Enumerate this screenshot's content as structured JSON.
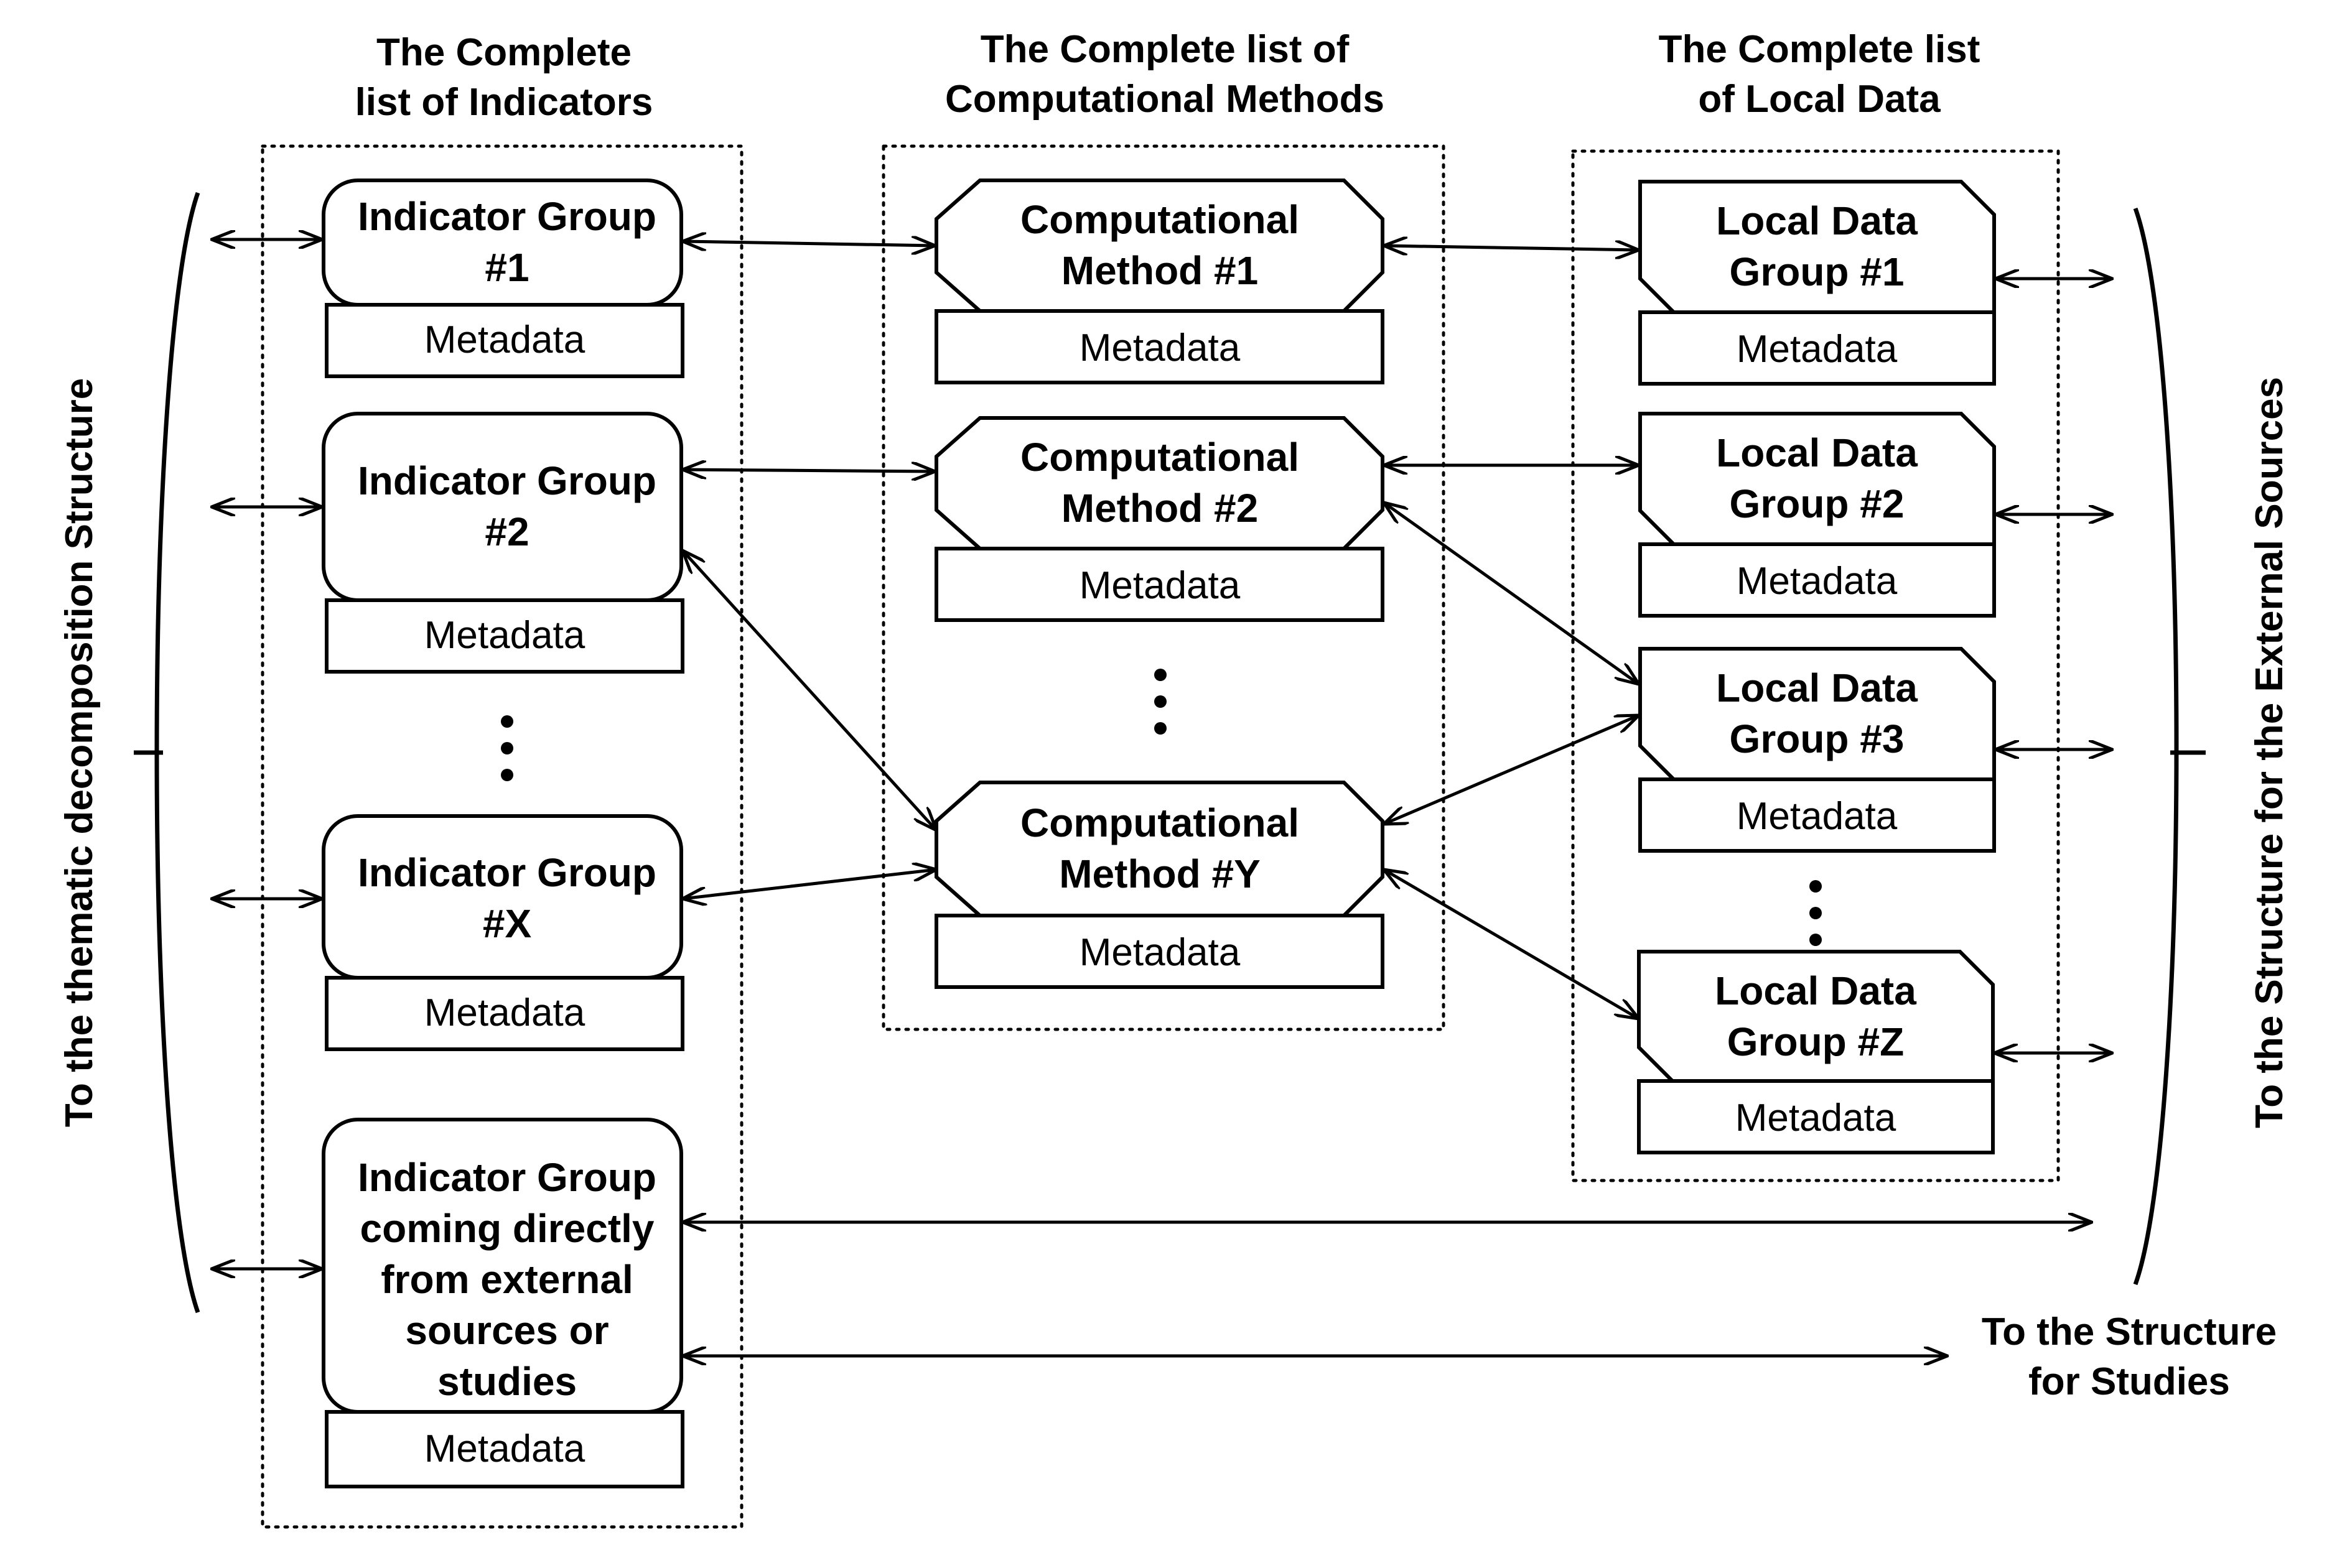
{
  "headers": {
    "indicators": [
      "The Complete",
      "list of Indicators"
    ],
    "methods": [
      "The Complete list of",
      "Computational Methods"
    ],
    "local_data": [
      "The Complete list",
      "of Local Data"
    ]
  },
  "metadata_label": "Metadata",
  "indicator_groups": [
    [
      "Indicator Group",
      "#1"
    ],
    [
      "Indicator Group",
      "#2"
    ],
    [
      "Indicator Group",
      "#X"
    ],
    [
      "Indicator Group",
      "coming directly",
      "from external",
      "sources or",
      "studies"
    ]
  ],
  "methods": [
    [
      "Computational",
      "Method #1"
    ],
    [
      "Computational",
      "Method #2"
    ],
    [
      "Computational",
      "Method #Y"
    ]
  ],
  "local_data_groups": [
    [
      "Local Data",
      "Group #1"
    ],
    [
      "Local Data",
      "Group #2"
    ],
    [
      "Local Data",
      "Group #3"
    ],
    [
      "Local Data",
      "Group #Z"
    ]
  ],
  "left_side_label": "To the thematic decomposition Structure",
  "right_side_label": "To the Structure  for the External Sources",
  "studies_label": [
    "To the Structure",
    "for Studies"
  ]
}
